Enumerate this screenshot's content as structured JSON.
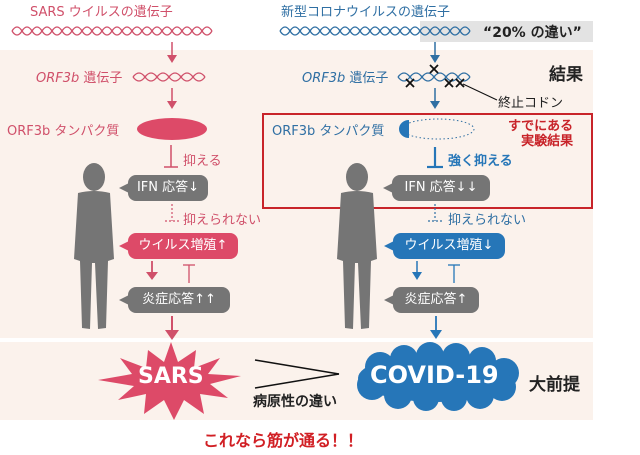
{
  "headers": {
    "sars_gene": "SARS ウイルスの遺伝子",
    "covid_gene": "新型コロナウイルスの遺伝子",
    "difference_note": "“20% の違い”"
  },
  "left_column": {
    "orf3b_gene": "ORF3b",
    "orf3b_gene_suffix": " 遺伝子",
    "orf3b_protein": "ORF3b タンパク質",
    "inhibit_label": "抑える",
    "ifn_response": "IFN 応答↓",
    "not_inhibited_label": "抑えられない",
    "virus_replication": "ウイルス増殖↑",
    "inflammation": "炎症応答↑↑",
    "outcome": "SARS"
  },
  "right_column": {
    "orf3b_gene": "ORF3b",
    "orf3b_gene_suffix": " 遺伝子",
    "stop_codon_label": "終止コドン",
    "orf3b_protein": "ORF3b タンパク質",
    "inhibit_label": "強く抑える",
    "ifn_response": "IFN 応答↓↓",
    "not_inhibited_label": "抑えられない",
    "virus_replication": "ウイルス増殖↓",
    "inflammation": "炎症応答↑",
    "outcome": "COVID-19"
  },
  "side_labels": {
    "result": "結果",
    "existing_results_line1": "すでにある",
    "existing_results_line2": "実験結果",
    "premise": "大前提"
  },
  "comparison": {
    "pathogenicity_difference": "病原性の違い"
  },
  "conclusion": "これなら筋が通る！！",
  "colors": {
    "sars_pink": "#dd4a68",
    "covid_blue": "#2676b8",
    "neutral_gray": "#757575",
    "highlight_red": "#c8242a",
    "panel_bg": "#fbf2ec"
  }
}
